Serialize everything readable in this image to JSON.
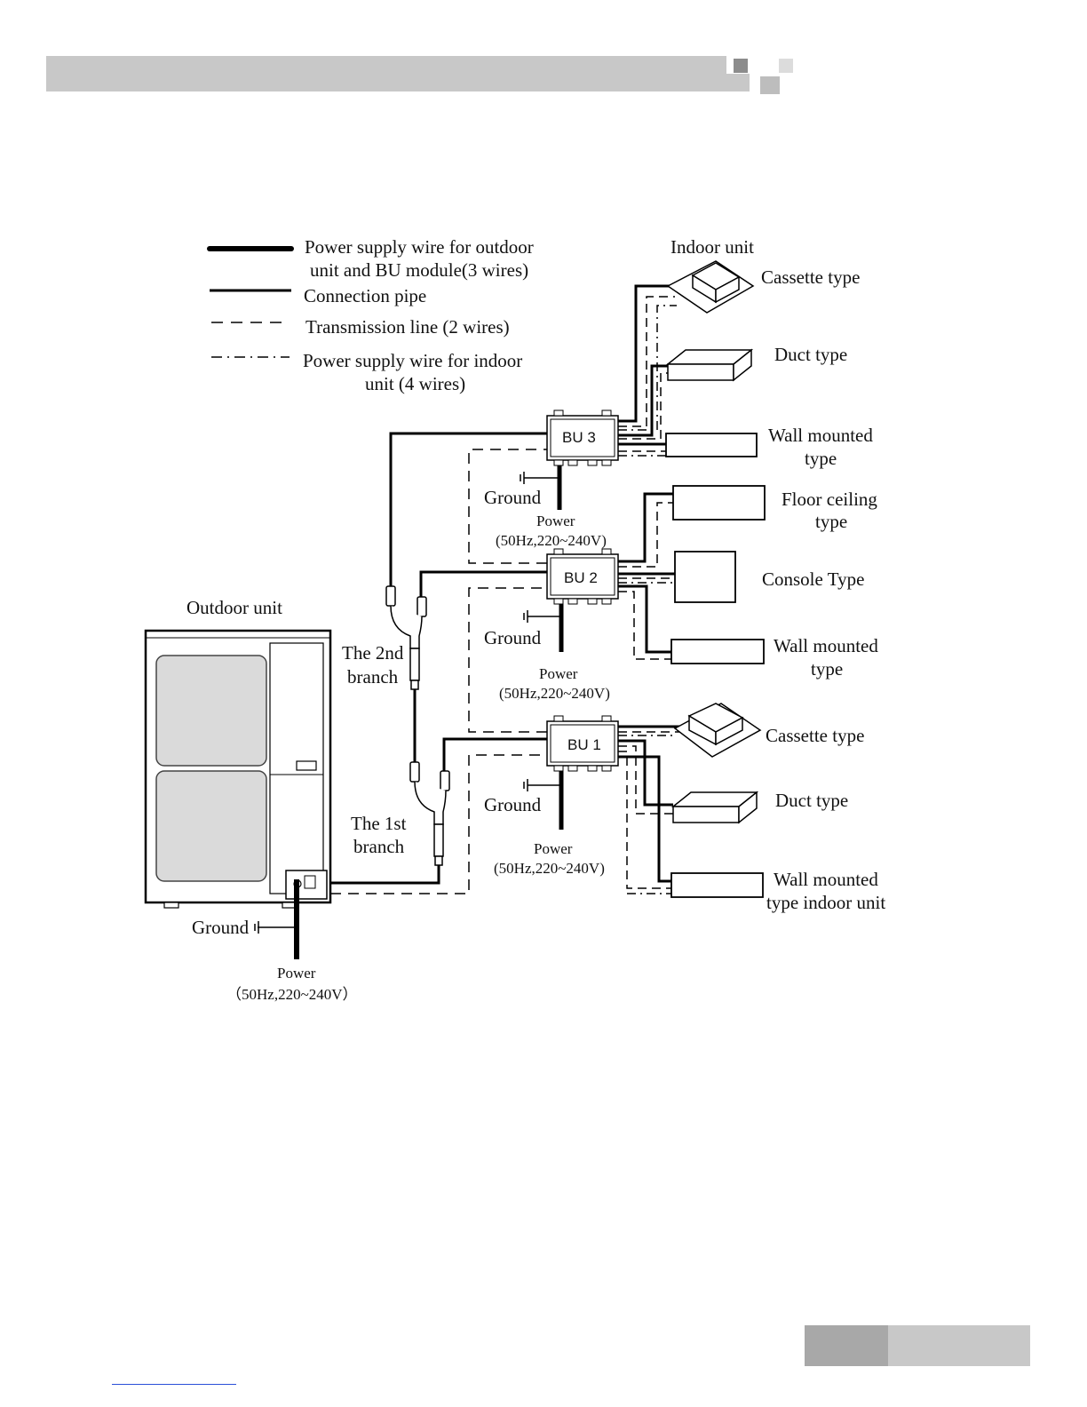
{
  "legend": {
    "power_outdoor_line1": "Power supply wire for outdoor",
    "power_outdoor_line2": "unit and BU module(3 wires)",
    "connection_pipe": "Connection pipe",
    "transmission": "Transmission line (2 wires)",
    "power_indoor_line1": "Power supply wire for indoor",
    "power_indoor_line2": "unit (4 wires)"
  },
  "indoor_unit_title": "Indoor unit",
  "outdoor_unit_title": "Outdoor  unit",
  "bu3": {
    "label": "BU 3",
    "ground": "Ground",
    "power_label": "Power",
    "power_spec": "(50Hz,220~240V)",
    "units": {
      "cassette": "Cassette type",
      "duct": "Duct type",
      "wall_line1": "Wall mounted",
      "wall_line2": "type"
    }
  },
  "bu2": {
    "label": "BU 2",
    "ground": "Ground",
    "power_label": "Power",
    "power_spec": "(50Hz,220~240V)",
    "units": {
      "floor_line1": "Floor ceiling",
      "floor_line2": "type",
      "console": "Console Type",
      "wall_line1": "Wall mounted",
      "wall_line2": "type"
    }
  },
  "bu1": {
    "label": "BU 1",
    "ground": "Ground",
    "power_label": "Power",
    "power_spec": "(50Hz,220~240V)",
    "units": {
      "cassette": "Cassette type",
      "duct": "Duct type",
      "wall_line1": "Wall mounted",
      "wall_line2": "type indoor unit"
    }
  },
  "branch2": {
    "line1": "The 2nd",
    "line2": "branch"
  },
  "branch1": {
    "line1": "The 1st",
    "line2": "branch"
  },
  "outdoor": {
    "ground": "Ground",
    "power_label": "Power",
    "power_spec": "（50Hz,220~240V）"
  },
  "colors": {
    "header_bar": "#c8c8c8",
    "footer_dark": "#a8a8a8",
    "footer_light": "#c8c8c8",
    "link_underline": "#2a4fd8"
  }
}
